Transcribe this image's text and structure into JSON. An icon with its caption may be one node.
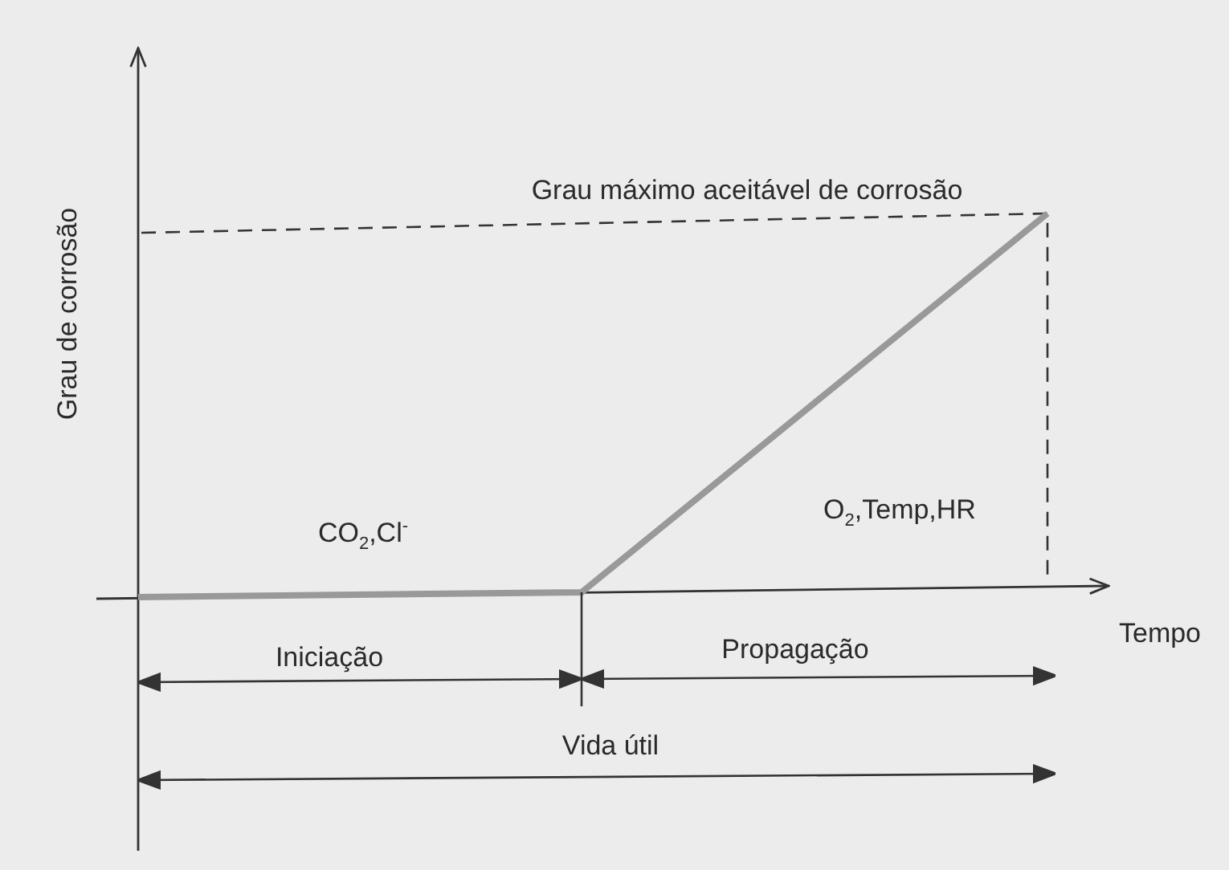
{
  "diagram": {
    "labels": [
      "Grau de corrosão",
      "Grau máximo aceitável de corrosão",
      "CO$_{2}$,Cl$^{-}$",
      "O$_{2}$,Temp,HR",
      "Tempo",
      "Iniciação",
      "Propagação",
      "Vida útil"
    ]
  }
}
